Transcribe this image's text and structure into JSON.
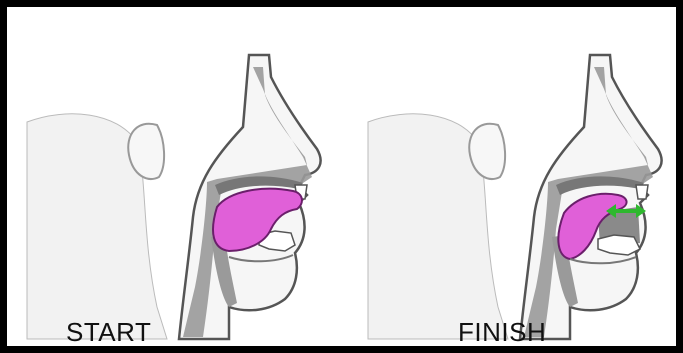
{
  "figure": {
    "panels": [
      {
        "id": "start",
        "caption": "START",
        "tongue_position": "back"
      },
      {
        "id": "finish",
        "caption": "FINISH",
        "tongue_position": "forward",
        "motion_arrow": "left-right"
      }
    ]
  },
  "colors": {
    "head_outline": "#555555",
    "head_fill": "#f4f4f4",
    "airway": "#9a9a9a",
    "tongue": "#e060d8",
    "tongue_outline": "#6b1f6b",
    "teeth": "#ffffff",
    "arrow": "#2eb82e"
  }
}
